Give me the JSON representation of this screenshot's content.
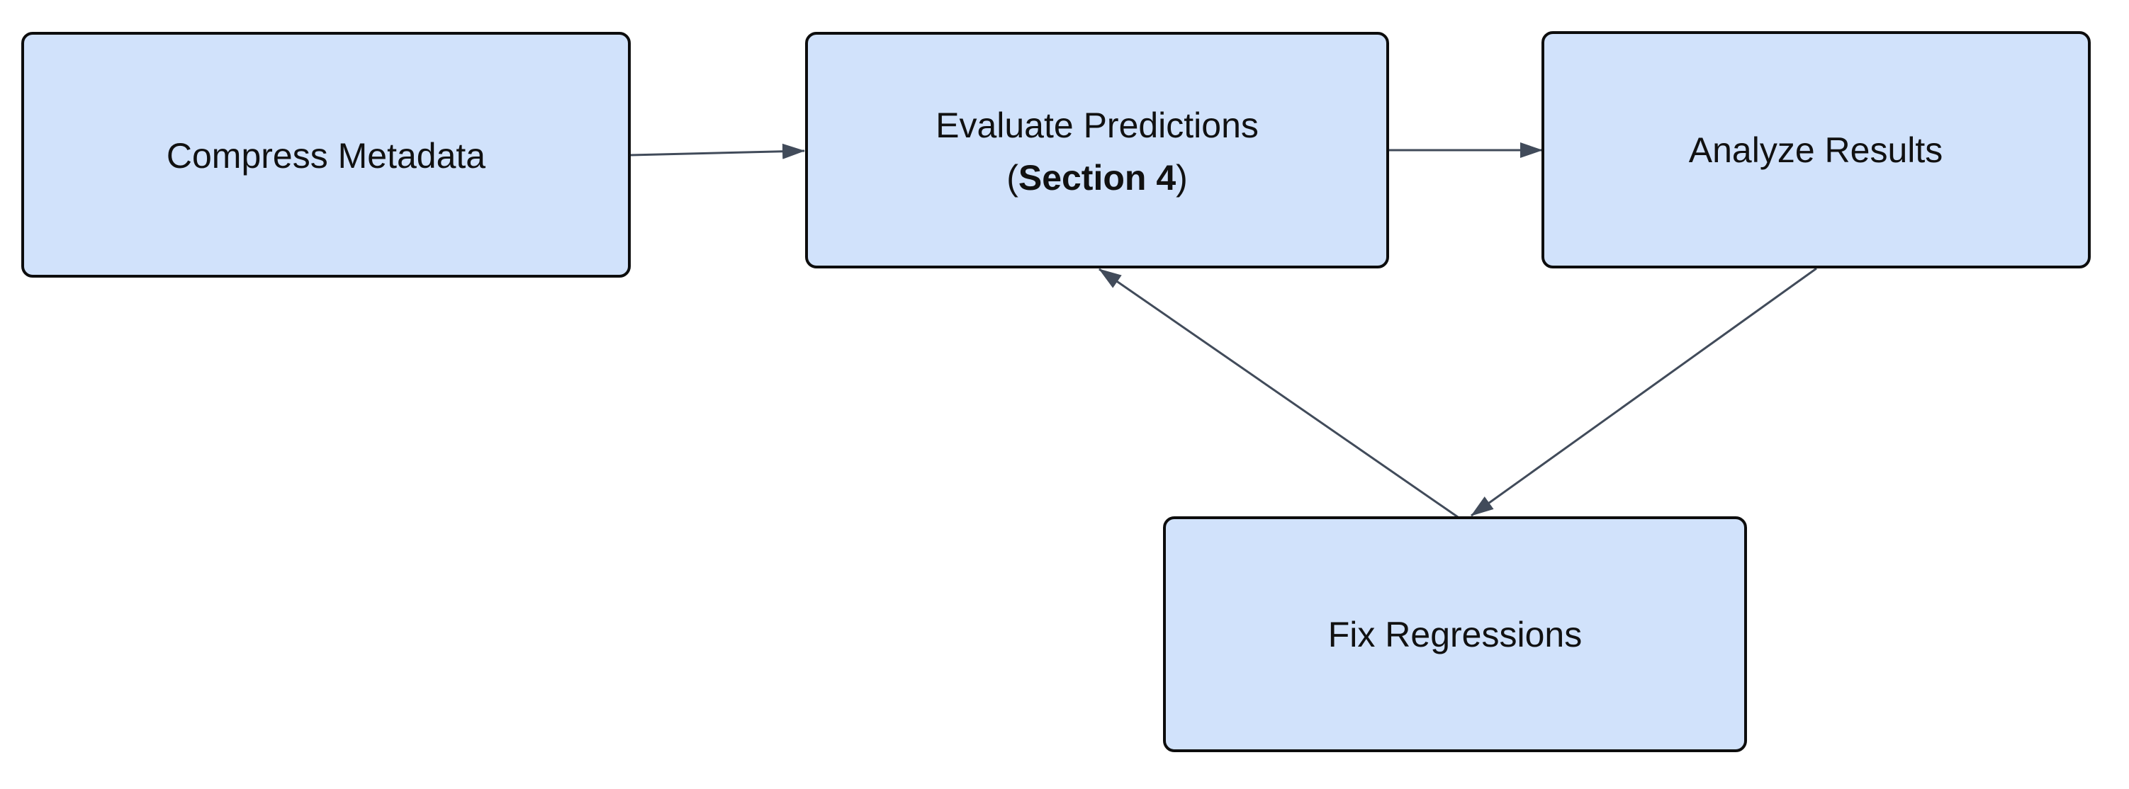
{
  "diagram": {
    "type": "flowchart",
    "background": "#ffffff",
    "colors": {
      "node_fill": "#d1e2fb",
      "node_border": "#0d0d0d",
      "arrow": "#414b5a",
      "text": "#111111"
    },
    "nodes": [
      {
        "id": "compress-metadata",
        "label": "Compress Metadata"
      },
      {
        "id": "evaluate-predictions",
        "label_line1": "Evaluate Predictions",
        "paren_open": "(",
        "bold_text": "Section 4",
        "paren_close": ")"
      },
      {
        "id": "analyze-results",
        "label": "Analyze Results"
      },
      {
        "id": "fix-regressions",
        "label": "Fix Regressions"
      }
    ],
    "edges": [
      {
        "from": "compress-metadata",
        "to": "evaluate-predictions"
      },
      {
        "from": "evaluate-predictions",
        "to": "analyze-results"
      },
      {
        "from": "analyze-results",
        "to": "fix-regressions"
      },
      {
        "from": "fix-regressions",
        "to": "evaluate-predictions"
      }
    ]
  }
}
